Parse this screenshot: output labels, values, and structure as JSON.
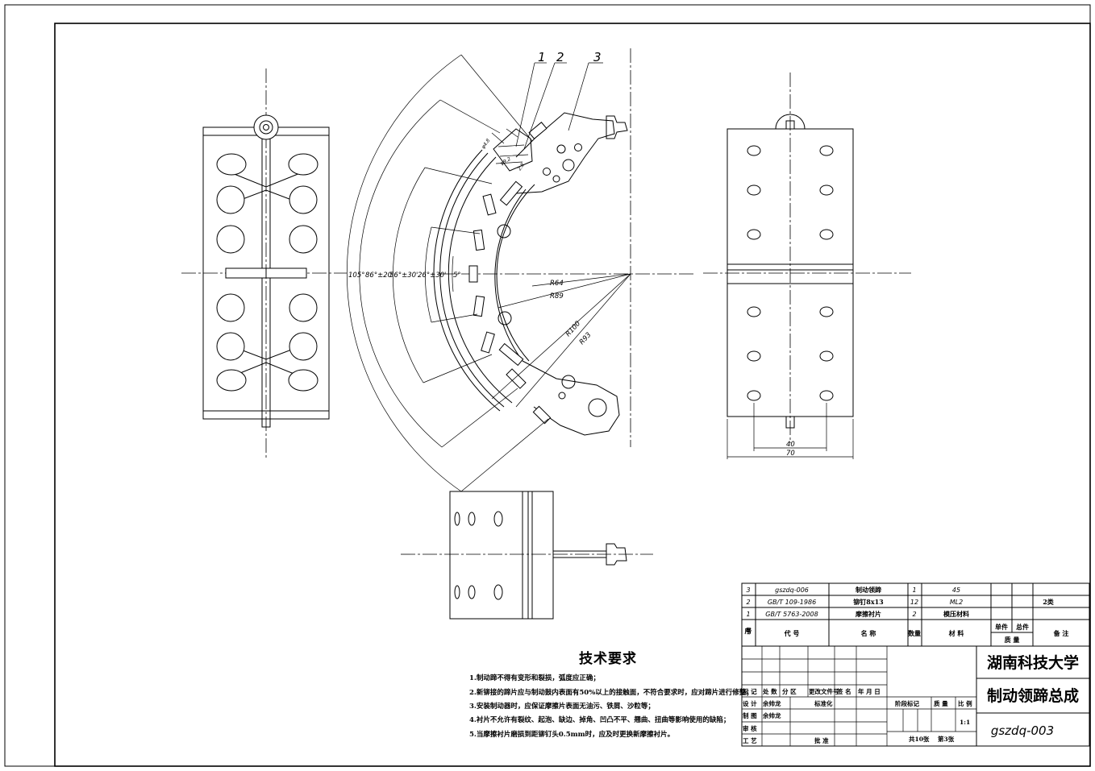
{
  "drawing": {
    "callouts": [
      "1",
      "2",
      "3"
    ],
    "angle_labels": [
      "105°",
      "86°±20'",
      "56°±30'",
      "26°±30'",
      "5°"
    ],
    "radius_labels": [
      "R64",
      "R89",
      "R100",
      "R93"
    ],
    "small_labels": [
      "φ4.8",
      "φ9.2",
      "2.8"
    ],
    "width_labels": [
      "40",
      "70"
    ]
  },
  "requirements": {
    "title": "技术要求",
    "items": [
      "1.制动蹄不得有变形和裂损，弧度应正确；",
      "2.新铆接的蹄片应与制动鼓内表面有50%以上的接触面，不符合要求时，应对蹄片进行修整；",
      "3.安装制动器时，应保证摩擦片表面无油污、铁屑、沙粒等；",
      "4.衬片不允许有裂纹、起泡、缺边、掉角、凹凸不平、翘曲、扭曲等影响使用的缺陷；",
      "5.当摩擦衬片磨损到距铆钉头0.5mm时，应及时更换新摩擦衬片。"
    ]
  },
  "bom": {
    "rows": [
      {
        "no": "3",
        "code": "gszdq-006",
        "name": "制动领蹄",
        "qty": "1",
        "material": "45",
        "unit": "",
        "total": "",
        "note": ""
      },
      {
        "no": "2",
        "code": "GB/T 109-1986",
        "name": "铆钉8x13",
        "qty": "12",
        "material": "ML2",
        "unit": "",
        "total": "",
        "note": "2类"
      },
      {
        "no": "1",
        "code": "GB/T 5763-2008",
        "name": "摩擦衬片",
        "qty": "2",
        "material": "模压材料",
        "unit": "",
        "total": "",
        "note": ""
      }
    ],
    "header": {
      "no": "序号",
      "code": "代  号",
      "name": "名  称",
      "qty": "数量",
      "material": "材  料",
      "unit": "单件",
      "total": "总件",
      "mass": "质  量",
      "note": "备 注"
    }
  },
  "title_block": {
    "school": "湖南科技大学",
    "drawing_name": "制动领蹄总成",
    "drawing_no": "gszdq-003",
    "rev_header": [
      "标 记",
      "处 数",
      "分  区",
      "更改文件号",
      "签 名",
      "年 月 日"
    ],
    "design_label": "设 计",
    "design_name": "余帅龙",
    "standardize_label": "标准化",
    "draw_label": "制 图",
    "draw_name": "余帅龙",
    "review_label": "审 核",
    "process_label": "工 艺",
    "approve_label": "批 准",
    "stage_label": "阶段标记",
    "mass_label": "质 量",
    "scale_label": "比 例",
    "scale": "1:1",
    "sheets_total": "共10张",
    "sheet_no": "第3张"
  }
}
